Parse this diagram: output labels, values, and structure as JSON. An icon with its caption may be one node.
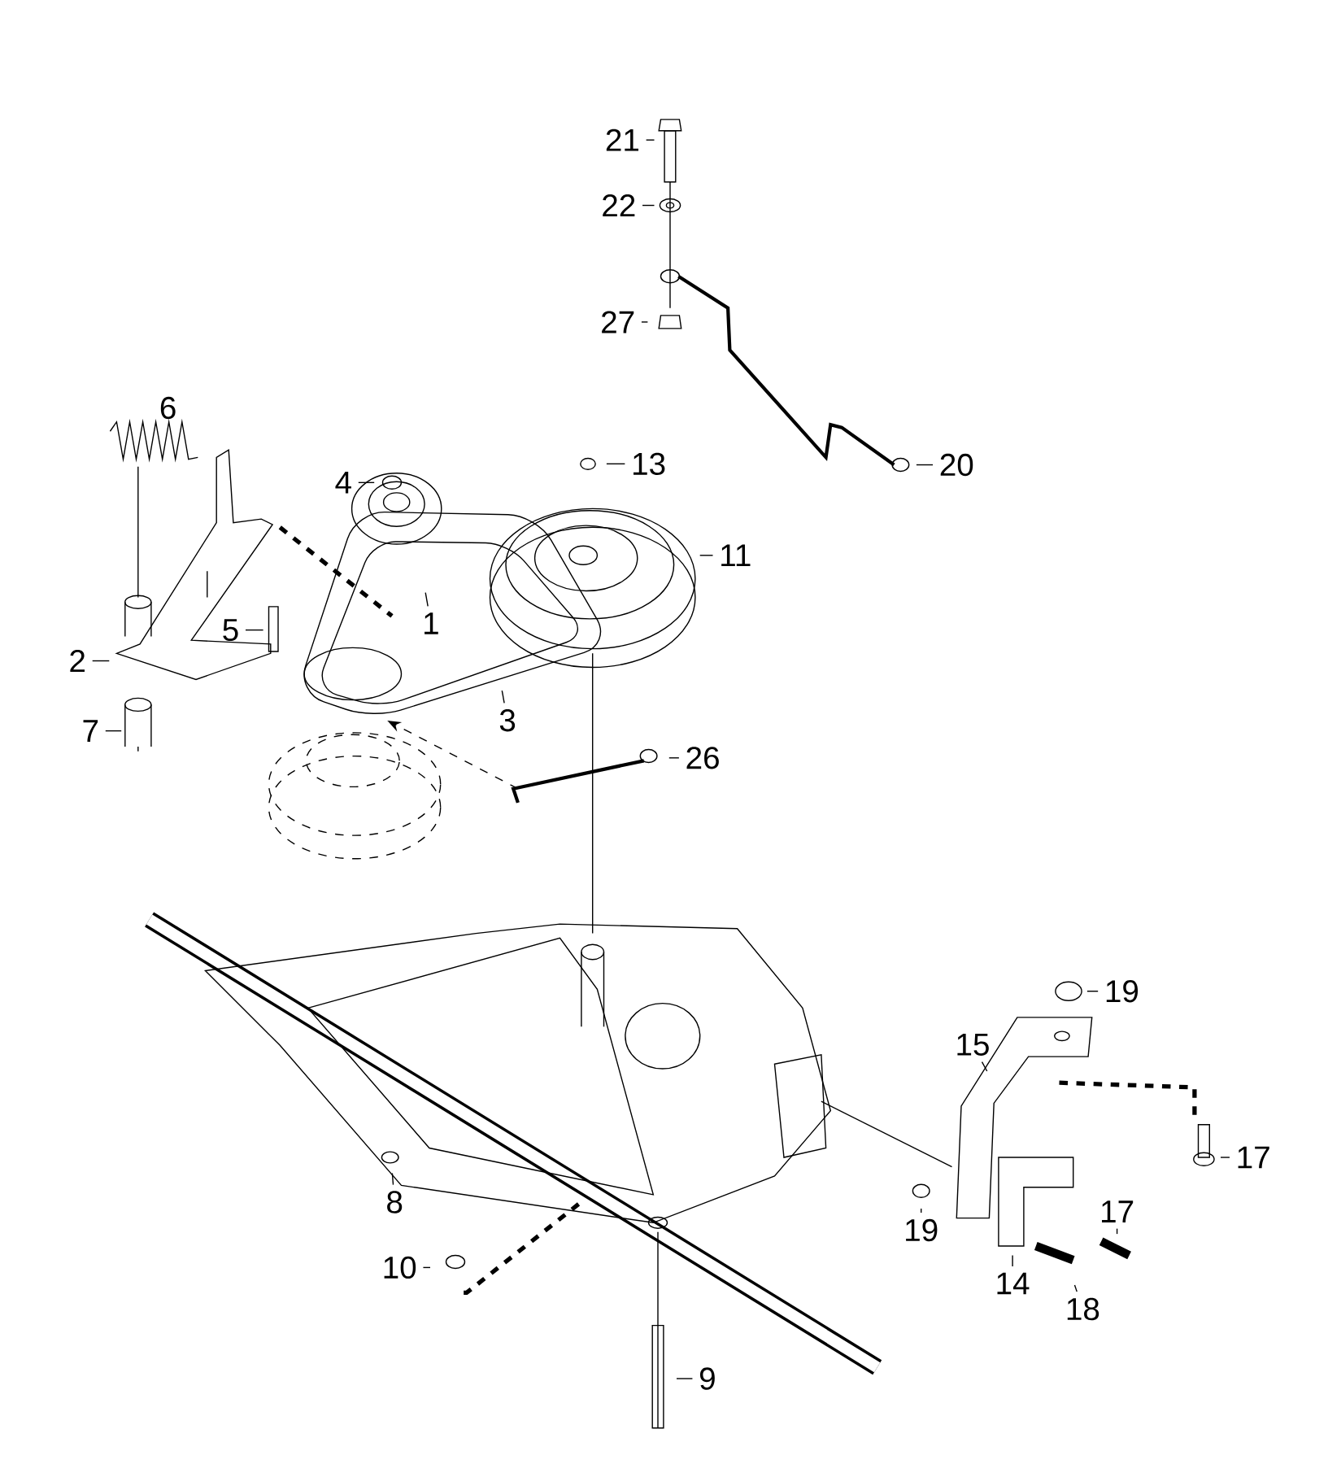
{
  "diagram": {
    "nodes": [
      {
        "text": [
          "21"
        ]
      },
      {
        "text": [
          "22"
        ]
      },
      {
        "text": [
          "27"
        ]
      },
      {
        "text": [
          "13"
        ]
      },
      {
        "text": [
          "20"
        ]
      },
      {
        "text": [
          "4"
        ]
      },
      {
        "text": [
          "11"
        ]
      },
      {
        "text": [
          "1"
        ]
      },
      {
        "text": [
          "5"
        ]
      },
      {
        "text": [
          "2"
        ]
      },
      {
        "text": [
          "3"
        ]
      },
      {
        "text": [
          "7"
        ]
      },
      {
        "text": [
          "26"
        ]
      },
      {
        "text": [
          "19"
        ]
      },
      {
        "text": [
          "15"
        ]
      },
      {
        "text": [
          "17"
        ]
      },
      {
        "text": [
          "8"
        ]
      },
      {
        "text": [
          "19"
        ]
      },
      {
        "text": [
          "17"
        ]
      },
      {
        "text": [
          "10"
        ]
      },
      {
        "text": [
          "14"
        ]
      },
      {
        "text": [
          "18"
        ]
      },
      {
        "text": [
          "9"
        ]
      }
    ],
    "edges": [
      {
        "from": 0,
        "to": null,
        "arrow": "none"
      },
      {
        "from": 1,
        "to": null,
        "arrow": "none"
      },
      {
        "from": 2,
        "to": null,
        "arrow": "none"
      },
      {
        "from": 3,
        "to": null,
        "arrow": "none"
      },
      {
        "from": 4,
        "to": null,
        "arrow": "none"
      },
      {
        "from": 5,
        "to": null,
        "arrow": "none"
      },
      {
        "from": 6,
        "to": null,
        "arrow": "none"
      },
      {
        "from": 7,
        "to": null,
        "arrow": "none"
      },
      {
        "from": 8,
        "to": null,
        "arrow": "none"
      },
      {
        "from": 9,
        "to": null,
        "arrow": "none"
      },
      {
        "from": 10,
        "to": null,
        "arrow": "none"
      },
      {
        "from": 11,
        "to": null,
        "arrow": "none"
      },
      {
        "from": 12,
        "to": null,
        "arrow": "none"
      },
      {
        "from": 13,
        "to": null,
        "arrow": "none"
      },
      {
        "from": 14,
        "to": null,
        "arrow": "none"
      },
      {
        "from": 15,
        "to": null,
        "arrow": "none"
      },
      {
        "from": 16,
        "to": null,
        "arrow": "none"
      },
      {
        "from": 17,
        "to": null,
        "arrow": "none"
      },
      {
        "from": 18,
        "to": null,
        "arrow": "none"
      },
      {
        "from": 19,
        "to": null,
        "arrow": "none"
      },
      {
        "from": 20,
        "to": null,
        "arrow": "none"
      },
      {
        "from": 21,
        "to": null,
        "arrow": "none"
      },
      {
        "from": 22,
        "to": null,
        "arrow": "none"
      }
    ],
    "labels": [
      "6"
    ]
  }
}
